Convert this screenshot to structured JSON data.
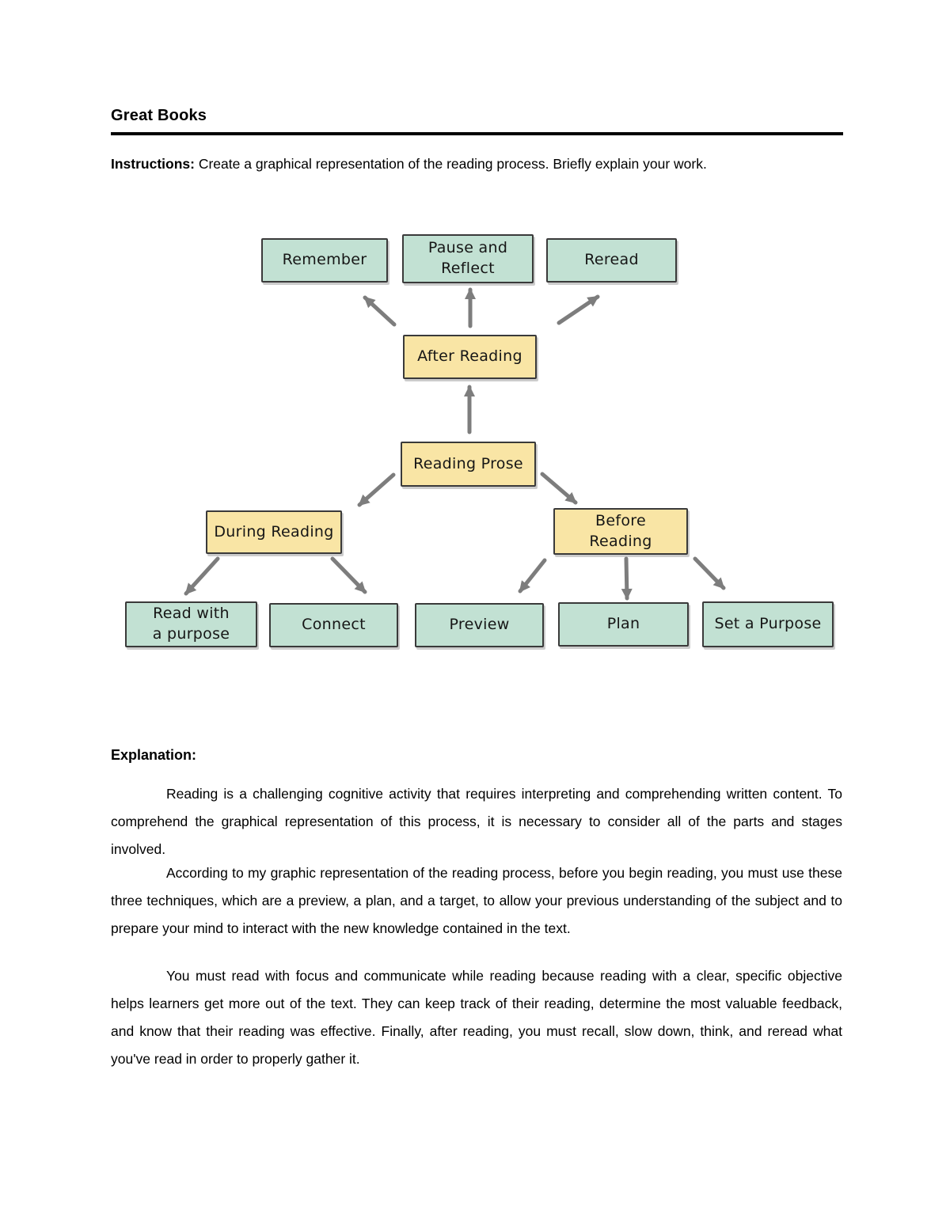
{
  "page": {
    "title": "Great Books",
    "instructions_label": "Instructions:",
    "instructions_text": " Create a graphical representation of the reading process. Briefly explain your work.",
    "explanation_heading": "Explanation:",
    "paragraphs": [
      "Reading is a challenging cognitive activity that requires interpreting and comprehending written content. To comprehend the graphical representation of this process, it is necessary to consider all of the parts and stages involved.",
      "According to my graphic representation of the reading process, before you begin reading, you must use these three techniques, which are a preview, a plan, and a target, to allow your previous understanding of the subject and to prepare your mind to interact with the new knowledge contained in the text.",
      "You must read with focus and communicate while reading because reading with a clear, specific objective helps learners get more out of the text. They can keep track of their reading, determine the most valuable feedback, and know that their reading was effective. Finally, after reading, you must recall, slow down, think, and reread what you've read in order to properly gather it."
    ]
  },
  "diagram": {
    "nodes": {
      "remember": "Remember",
      "pause_reflect": "Pause and Reflect",
      "reread": "Reread",
      "after_reading": "After Reading",
      "reading_prose": "Reading Prose",
      "during_reading": "During Reading",
      "before_reading": "Before Reading",
      "read_with_purpose": "Read with a purpose",
      "connect": "Connect",
      "preview": "Preview",
      "plan": "Plan",
      "set_a_purpose": "Set a Purpose"
    },
    "edges": [
      {
        "from": "after_reading",
        "to": "remember"
      },
      {
        "from": "after_reading",
        "to": "pause_reflect"
      },
      {
        "from": "after_reading",
        "to": "reread"
      },
      {
        "from": "reading_prose",
        "to": "after_reading"
      },
      {
        "from": "reading_prose",
        "to": "during_reading"
      },
      {
        "from": "reading_prose",
        "to": "before_reading"
      },
      {
        "from": "during_reading",
        "to": "read_with_purpose"
      },
      {
        "from": "during_reading",
        "to": "connect"
      },
      {
        "from": "before_reading",
        "to": "preview"
      },
      {
        "from": "before_reading",
        "to": "plan"
      },
      {
        "from": "before_reading",
        "to": "set_a_purpose"
      }
    ],
    "colors": {
      "technique_fill": "#c2e1d3",
      "stage_fill": "#f9e5a5",
      "box_border": "#3a3a3a",
      "arrow": "#7d7d7d"
    }
  }
}
